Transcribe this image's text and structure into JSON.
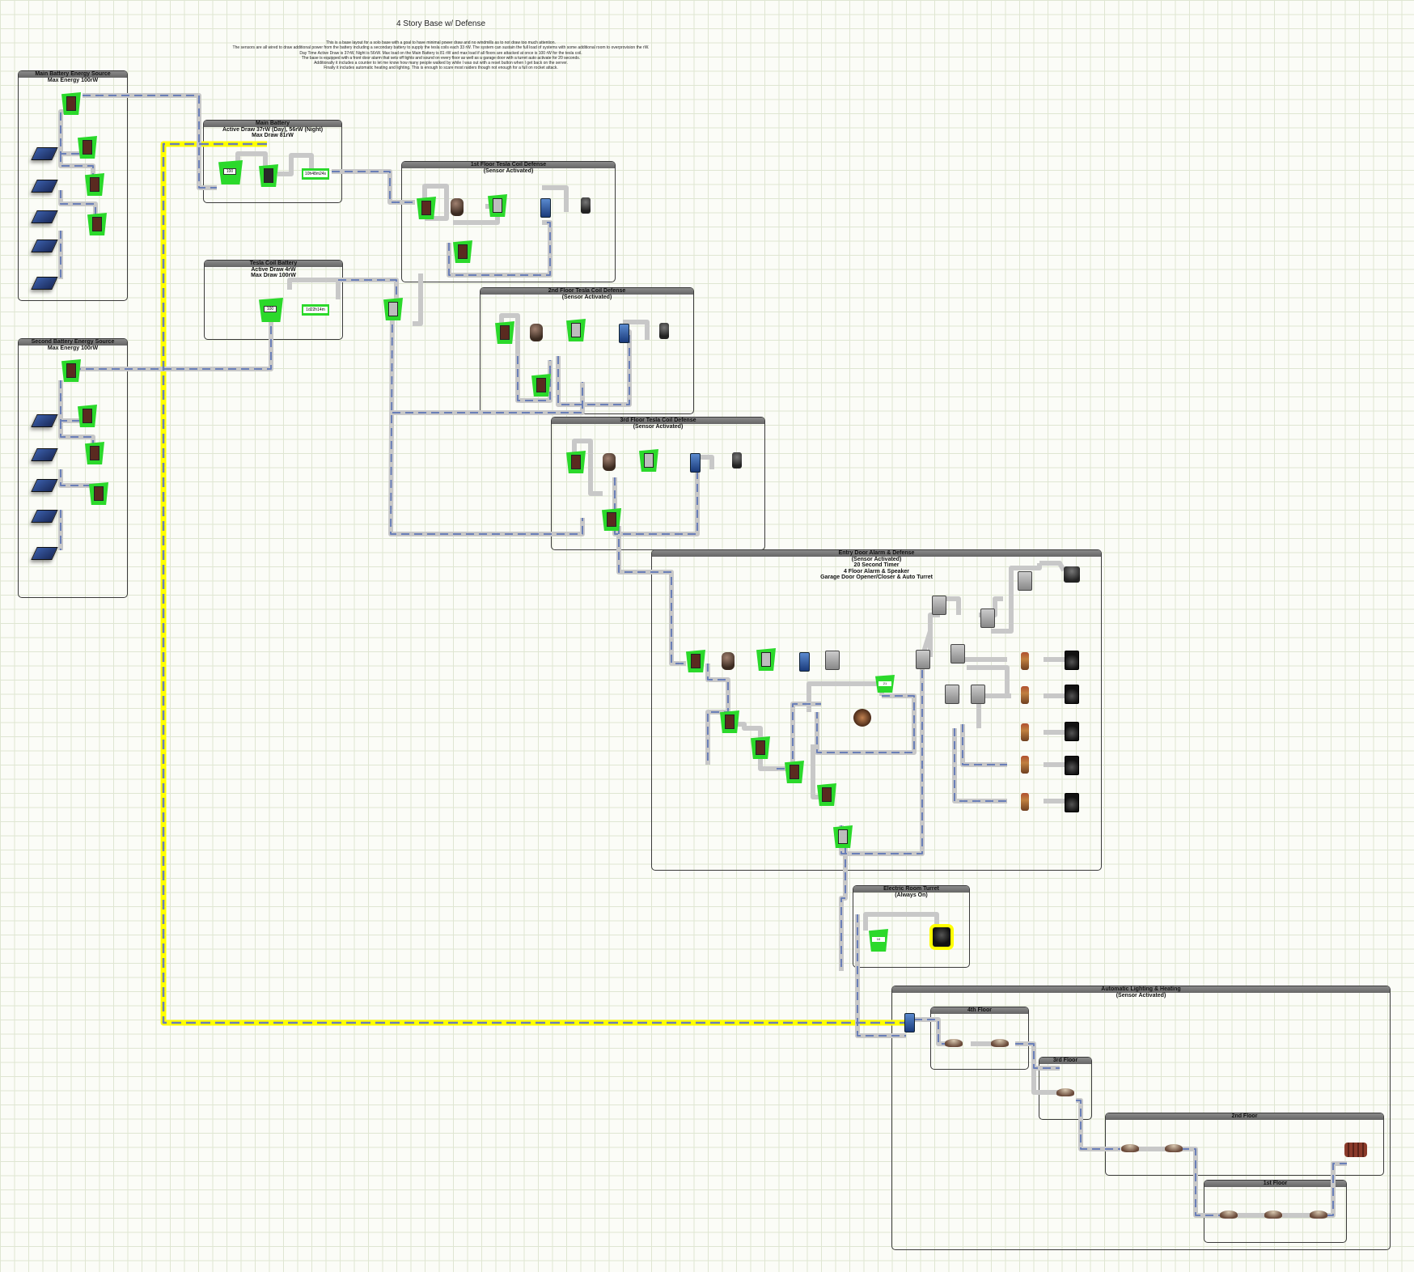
{
  "title": "4 Story Base w/ Defense",
  "description": [
    "This is a base layout for a solo base with a goal to have minimal power draw and no windmills as to not draw too much attention.",
    "The sensors are all wired to draw additional power from the battery including a secondary battery to supply the tesla coils each 33 rW.  The system can sustain the full load of systems with some additional room to overprovision the rW.",
    "Day Time Active Draw is 37rW, Night is 56rW.  Max load on the Main Battery is 81 rW and max load if all floors are attacked at once is 100 rW for the tesla coil.",
    "The base is equipped with a front door alarm that sets off lights and sound on every floor as well as a garage door with a turret auto activate for 20 seconds.",
    "Additionally it includes a counter to let me know how many people walked by while I was out with a reset button when I get back on the server.",
    "Finally it includes automatic heating and lighting.  This is enough to scare most raiders though not enough for a full on rocket attack."
  ],
  "groups": {
    "main_source": [
      "Main Battery Energy Source",
      "Max Energy 100rW"
    ],
    "second_source": [
      "Second Battery Energy Source",
      "Max Energy 100rW"
    ],
    "main_battery": [
      "Main Battery",
      "Active Draw 37rW (Day),  56rW (Night)",
      "Max Draw 81rW"
    ],
    "tesla_battery": [
      "Tesla Coil Battery",
      "Active Draw 4rW",
      "Max Draw 100rW"
    ],
    "floor1": [
      "1st Floor Tesla Coil Defense",
      "(Sensor Activated)"
    ],
    "floor2": [
      "2nd Floor Tesla Coil Defense",
      "(Sensor Activated)"
    ],
    "floor3": [
      "3rd Floor Tesla Coil Defense",
      "(Sensor Activated)"
    ],
    "entry": [
      "Entry Door Alarm & Defense",
      "(Sensor Activated)",
      "20 Second Timer",
      "4 Floor Alarm & Speaker",
      "Garage Door Opener/Closer & Auto Turret"
    ],
    "turret": [
      "Electric Room Turret",
      "(Always On)"
    ],
    "lighting": [
      "Automatic Lighting & Heating",
      "(Sensor Activated)"
    ],
    "fl4": [
      "4th Floor"
    ],
    "fl3": [
      "3rd Floor"
    ],
    "fl2": [
      "2nd Floor"
    ],
    "fl1": [
      "1st Floor"
    ]
  },
  "readouts": {
    "main_batt_charge": "100",
    "main_timer": "10h48m24s",
    "tesla_batt_charge": "100",
    "tesla_timer": "1d22h14m",
    "entry_counter": "21",
    "turret_counter": "10"
  },
  "colors": {
    "wire": "#c8c8c8",
    "wire_dash": "#6a7fb8",
    "highlight_wire": "#ffff00",
    "device_green": "#2bd92b"
  }
}
